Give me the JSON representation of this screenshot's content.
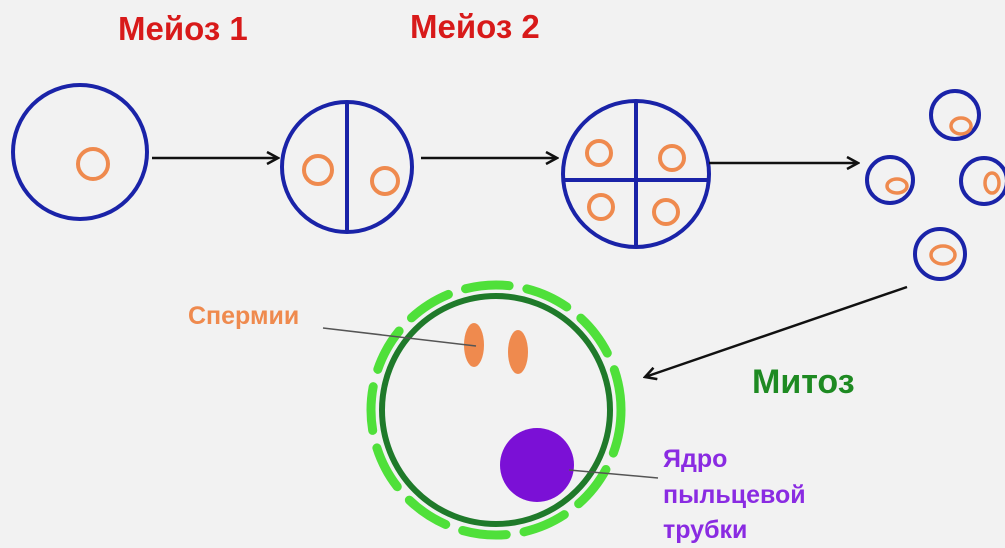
{
  "labels": {
    "meiosis_1": "Мейоз 1",
    "meiosis_2": "Мейоз 2",
    "mitosis": "Митоз",
    "sperm": "Спермии",
    "tube_nucleus_line1": "Ядро",
    "tube_nucleus_line2": "пыльцевой",
    "tube_nucleus_line3": "трубки"
  },
  "colors": {
    "cell_outline": "#1a23a8",
    "nucleus": "#ef8a4e",
    "arrow": "#111111",
    "pollen_wall": "#1f7a2a",
    "pollen_exine": "#4fe03a",
    "tube_nucleus": "#7b10d6",
    "sperm": "#ef8a4e"
  },
  "stages": [
    "mother-cell",
    "dyad",
    "tetrad",
    "microspores",
    "pollen-grain"
  ]
}
